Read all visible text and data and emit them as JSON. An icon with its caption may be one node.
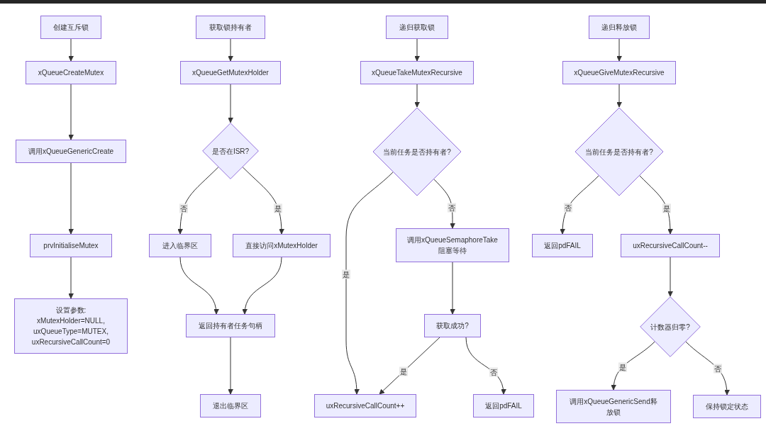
{
  "diagram": {
    "nodes": [
      {
        "text": [
          "创建互斥锁"
        ]
      },
      {
        "text": [
          "xQueueCreateMutex"
        ]
      },
      {
        "text": [
          "调用xQueueGenericCreate"
        ]
      },
      {
        "text": [
          "prvInitialiseMutex"
        ]
      },
      {
        "text": [
          "设置参数: xMutexHolder=NULL, uxQueueType=MUTEX, uxRecursiveCallCount=0"
        ]
      },
      {
        "text": [
          "获取锁持有者"
        ]
      },
      {
        "text": [
          "xQueueGetMutexHolder"
        ]
      },
      {
        "text": [
          "是否在ISR?"
        ]
      },
      {
        "text": [
          "进入临界区"
        ]
      },
      {
        "text": [
          "直接访问xMutexHolder"
        ]
      },
      {
        "text": [
          "返回持有者任务句柄"
        ]
      },
      {
        "text": [
          "退出临界区"
        ]
      },
      {
        "text": [
          "递归获取锁"
        ]
      },
      {
        "text": [
          "xQueueTakeMutexRecursive"
        ]
      },
      {
        "text": [
          "当前任务是否持有者?"
        ]
      },
      {
        "text": [
          "调用xQueueSemaphoreTake 阻塞等待"
        ]
      },
      {
        "text": [
          "获取成功?"
        ]
      },
      {
        "text": [
          "uxRecursiveCallCount++"
        ]
      },
      {
        "text": [
          "返回pdFAIL"
        ]
      },
      {
        "text": [
          "递归释放锁"
        ]
      },
      {
        "text": [
          "xQueueGiveMutexRecursive"
        ]
      },
      {
        "text": [
          "当前任务是否持有者?"
        ]
      },
      {
        "text": [
          "返回pdFAIL"
        ]
      },
      {
        "text": [
          "uxRecursiveCallCount--"
        ]
      },
      {
        "text": [
          "计数器归零?"
        ]
      },
      {
        "text": [
          "调用xQueueGenericSend释放锁"
        ]
      },
      {
        "text": [
          "保持锁定状态"
        ]
      }
    ],
    "edges": [
      {
        "from": 0,
        "to": 1,
        "arrow": "to"
      },
      {
        "from": 1,
        "to": 2,
        "arrow": "to"
      },
      {
        "from": 2,
        "to": 3,
        "arrow": "to"
      },
      {
        "from": 3,
        "to": 4,
        "arrow": "to"
      },
      {
        "from": 5,
        "to": 6,
        "arrow": "to"
      },
      {
        "from": 6,
        "to": 7,
        "arrow": "to"
      },
      {
        "from": 7,
        "to": 8,
        "arrow": "to",
        "label": "否"
      },
      {
        "from": 7,
        "to": 9,
        "arrow": "to",
        "label": "是"
      },
      {
        "from": 8,
        "to": 10,
        "arrow": "to"
      },
      {
        "from": 9,
        "to": 10,
        "arrow": "to"
      },
      {
        "from": 10,
        "to": 11,
        "arrow": "to"
      },
      {
        "from": 12,
        "to": 13,
        "arrow": "to"
      },
      {
        "from": 13,
        "to": 14,
        "arrow": "to"
      },
      {
        "from": 14,
        "to": 17,
        "arrow": "to",
        "label": "是"
      },
      {
        "from": 14,
        "to": 15,
        "arrow": "to",
        "label": "否"
      },
      {
        "from": 15,
        "to": 16,
        "arrow": "to"
      },
      {
        "from": 16,
        "to": 17,
        "arrow": "to",
        "label": "是"
      },
      {
        "from": 16,
        "to": 18,
        "arrow": "to",
        "label": "否"
      },
      {
        "from": 19,
        "to": 20,
        "arrow": "to"
      },
      {
        "from": 20,
        "to": 21,
        "arrow": "to"
      },
      {
        "from": 21,
        "to": 22,
        "arrow": "to",
        "label": "否"
      },
      {
        "from": 21,
        "to": 23,
        "arrow": "to",
        "label": "是"
      },
      {
        "from": 23,
        "to": 24,
        "arrow": "to"
      },
      {
        "from": 24,
        "to": 25,
        "arrow": "to",
        "label": "是"
      },
      {
        "from": 24,
        "to": 26,
        "arrow": "to",
        "label": "否"
      }
    ]
  }
}
